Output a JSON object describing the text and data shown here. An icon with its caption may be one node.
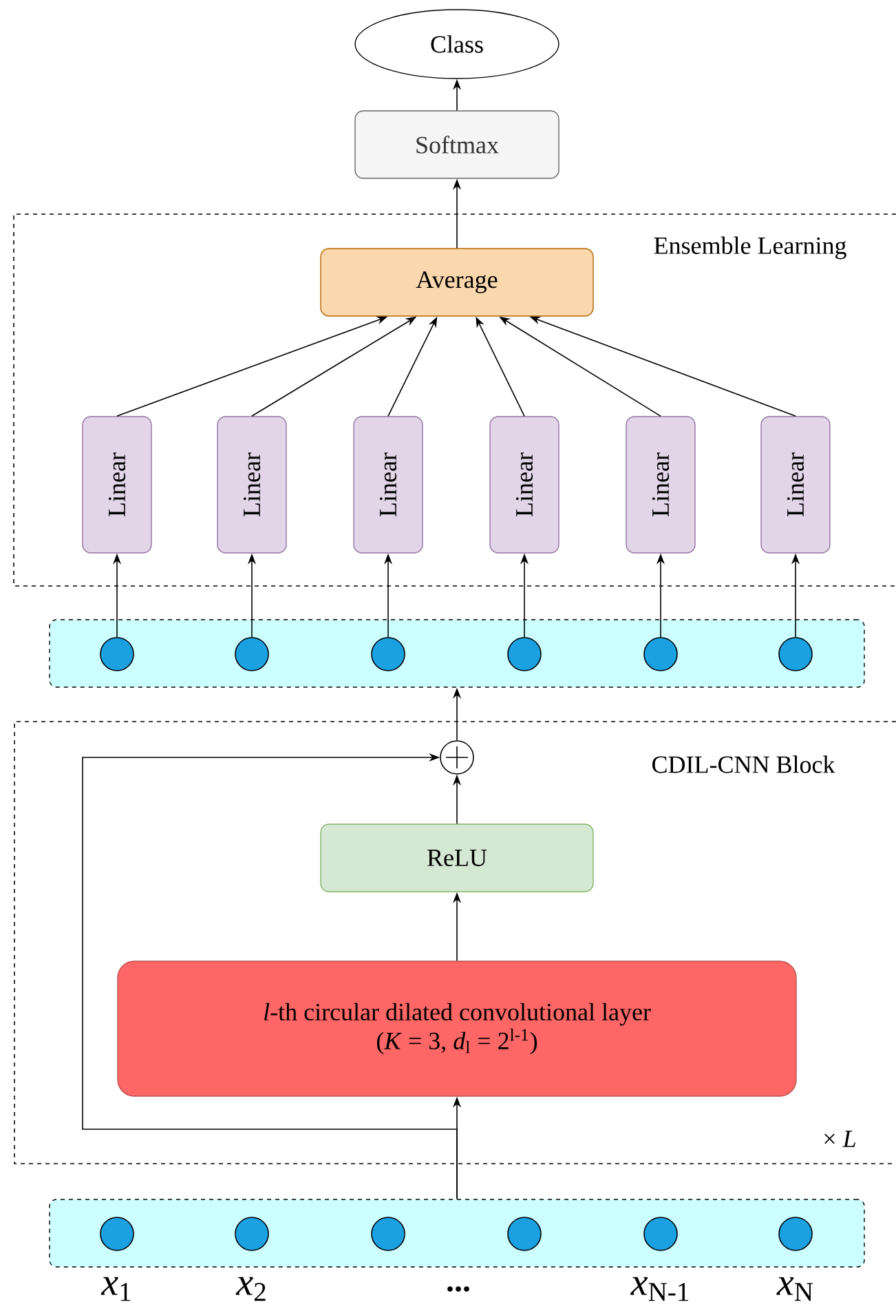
{
  "diagram": {
    "nodes": [
      {
        "text": [
          "Class"
        ]
      },
      {
        "text": [
          "Softmax"
        ]
      },
      {
        "text": [
          "Ensemble Learning"
        ]
      },
      {
        "text": [
          "Average"
        ],
        "in": 2
      },
      {
        "text": [
          "Linear"
        ],
        "in": 2
      },
      {
        "text": [
          "Linear"
        ],
        "in": 2
      },
      {
        "text": [
          "Linear"
        ],
        "in": 2
      },
      {
        "text": [
          "Linear"
        ],
        "in": 2
      },
      {
        "text": [
          "Linear"
        ],
        "in": 2
      },
      {
        "text": [
          "Linear"
        ],
        "in": 2
      },
      {
        "text": [],
        "shape": "box"
      },
      {
        "text": [],
        "shape": "circle",
        "in": 10
      },
      {
        "text": [],
        "shape": "circle",
        "in": 10
      },
      {
        "text": [],
        "shape": "circle",
        "in": 10
      },
      {
        "text": [],
        "shape": "circle",
        "in": 10
      },
      {
        "text": [],
        "shape": "circle",
        "in": 10
      },
      {
        "text": [],
        "shape": "circle",
        "in": 10
      },
      {
        "text": [
          "CDIL-CNN Block",
          "× *L*"
        ]
      },
      {
        "text": [],
        "shape": "circle",
        "in": 17
      },
      {
        "text": [
          "ReLU"
        ],
        "in": 17
      },
      {
        "text": [
          "*l*-th circular dilated convolutional layer",
          "(*K* = 3, *d*$_{l}$ = 2$^{l-1}$)"
        ],
        "in": 17
      },
      {
        "text": [],
        "shape": "box"
      },
      {
        "text": [],
        "shape": "circle",
        "in": 21,
        "beside": [
          "*x*$_{1}$"
        ]
      },
      {
        "text": [],
        "shape": "circle",
        "in": 21,
        "beside": [
          "*x*$_{2}$"
        ]
      },
      {
        "text": [],
        "shape": "circle",
        "in": 21
      },
      {
        "text": [],
        "shape": "circle",
        "in": 21
      },
      {
        "text": [],
        "shape": "circle",
        "in": 21,
        "beside": [
          "*x*$_{N-1}$"
        ]
      },
      {
        "text": [],
        "shape": "circle",
        "in": 21,
        "beside": [
          "*x*$_{N}$"
        ]
      }
    ],
    "edges": [
      {
        "from": 1,
        "to": 0,
        "arrow": "to"
      },
      {
        "from": 3,
        "to": 1,
        "arrow": "to"
      },
      {
        "from": 4,
        "to": 3,
        "arrow": "to"
      },
      {
        "from": 5,
        "to": 3,
        "arrow": "to"
      },
      {
        "from": 6,
        "to": 3,
        "arrow": "to"
      },
      {
        "from": 7,
        "to": 3,
        "arrow": "to"
      },
      {
        "from": 8,
        "to": 3,
        "arrow": "to"
      },
      {
        "from": 9,
        "to": 3,
        "arrow": "to"
      },
      {
        "from": 11,
        "to": 4,
        "arrow": "to"
      },
      {
        "from": 12,
        "to": 5,
        "arrow": "to"
      },
      {
        "from": 13,
        "to": 6,
        "arrow": "to"
      },
      {
        "from": 14,
        "to": 7,
        "arrow": "to"
      },
      {
        "from": 15,
        "to": 8,
        "arrow": "to"
      },
      {
        "from": 16,
        "to": 9,
        "arrow": "to"
      },
      {
        "from": 18,
        "to": 10,
        "arrow": "to"
      },
      {
        "from": 19,
        "to": 18,
        "arrow": "to"
      },
      {
        "from": 20,
        "to": 19,
        "arrow": "to"
      },
      {
        "from": 21,
        "to": 20,
        "arrow": "to"
      },
      {
        "from": 21,
        "to": 18,
        "arrow": "to"
      }
    ],
    "labels": [
      "..."
    ]
  }
}
